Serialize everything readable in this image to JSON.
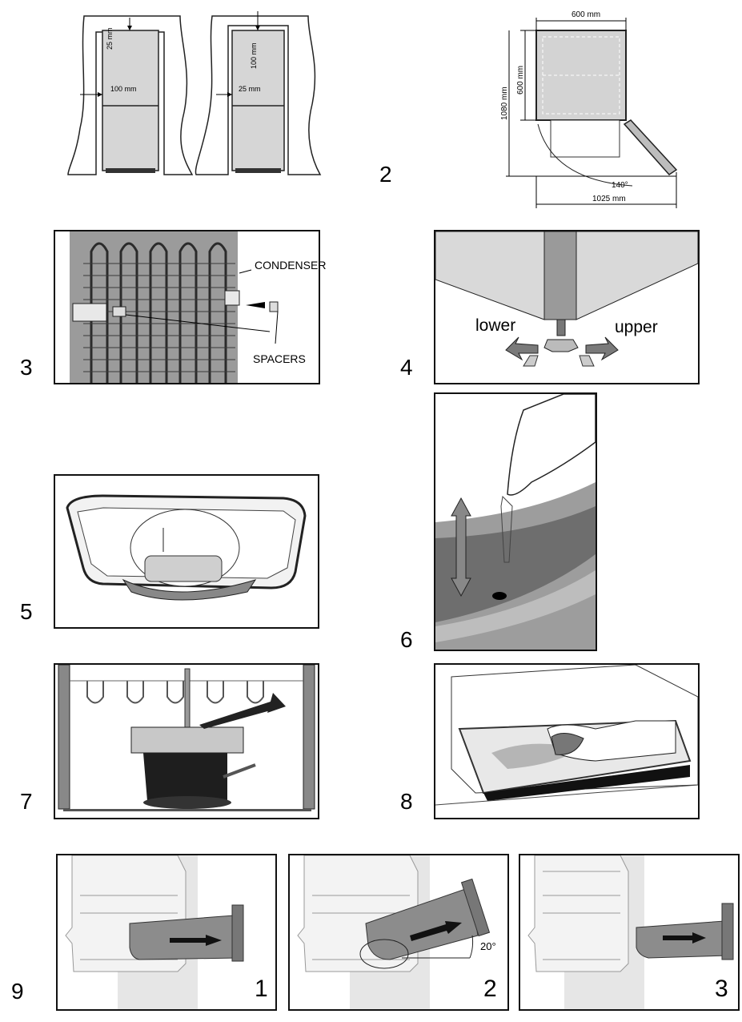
{
  "figures": {
    "f1": {
      "dims": {
        "top_left": "25 mm",
        "side_left": "100 mm",
        "top_right": "100 mm",
        "side_right": "25 mm"
      }
    },
    "f2": {
      "number": "2",
      "dims": {
        "width": "600 mm",
        "depth": "600 mm",
        "height": "1080 mm",
        "angle": "140°",
        "swing": "1025 mm"
      }
    },
    "f3": {
      "number": "3",
      "labels": {
        "condenser": "CONDENSER",
        "spacers": "SPACERS"
      }
    },
    "f4": {
      "number": "4",
      "labels": {
        "lower": "lower",
        "upper": "upper"
      }
    },
    "f5": {
      "number": "5"
    },
    "f6": {
      "number": "6"
    },
    "f7": {
      "number": "7"
    },
    "f8": {
      "number": "8"
    },
    "f9": {
      "number": "9",
      "steps": [
        "1",
        "2",
        "3"
      ],
      "angle": "20°"
    }
  }
}
